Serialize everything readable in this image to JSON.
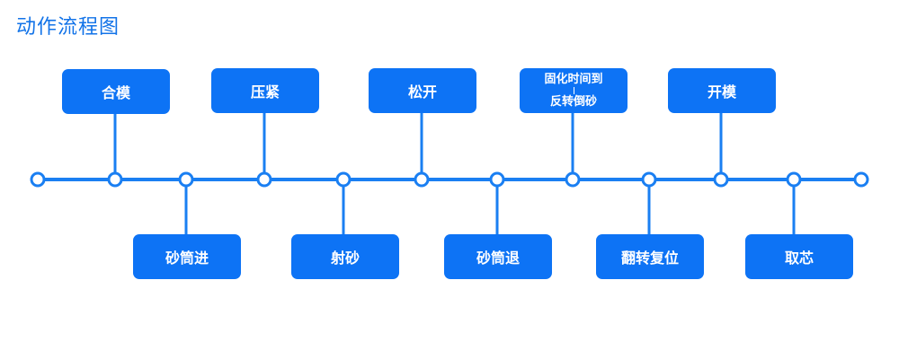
{
  "title": "动作流程图",
  "colors": {
    "accent": "#0d73f5",
    "line": "#1a7ff2",
    "title": "#1273e8",
    "node_fill": "#ffffff"
  },
  "top_steps": [
    {
      "label": "合模"
    },
    {
      "label": "压紧"
    },
    {
      "label": "松开"
    },
    {
      "label_line1": "固化时间到",
      "label_line2": "反转倒砂"
    },
    {
      "label": "开模"
    }
  ],
  "bottom_steps": [
    {
      "label": "砂筒进"
    },
    {
      "label": "射砂"
    },
    {
      "label": "砂筒退"
    },
    {
      "label": "翻转复位"
    },
    {
      "label": "取芯"
    }
  ]
}
